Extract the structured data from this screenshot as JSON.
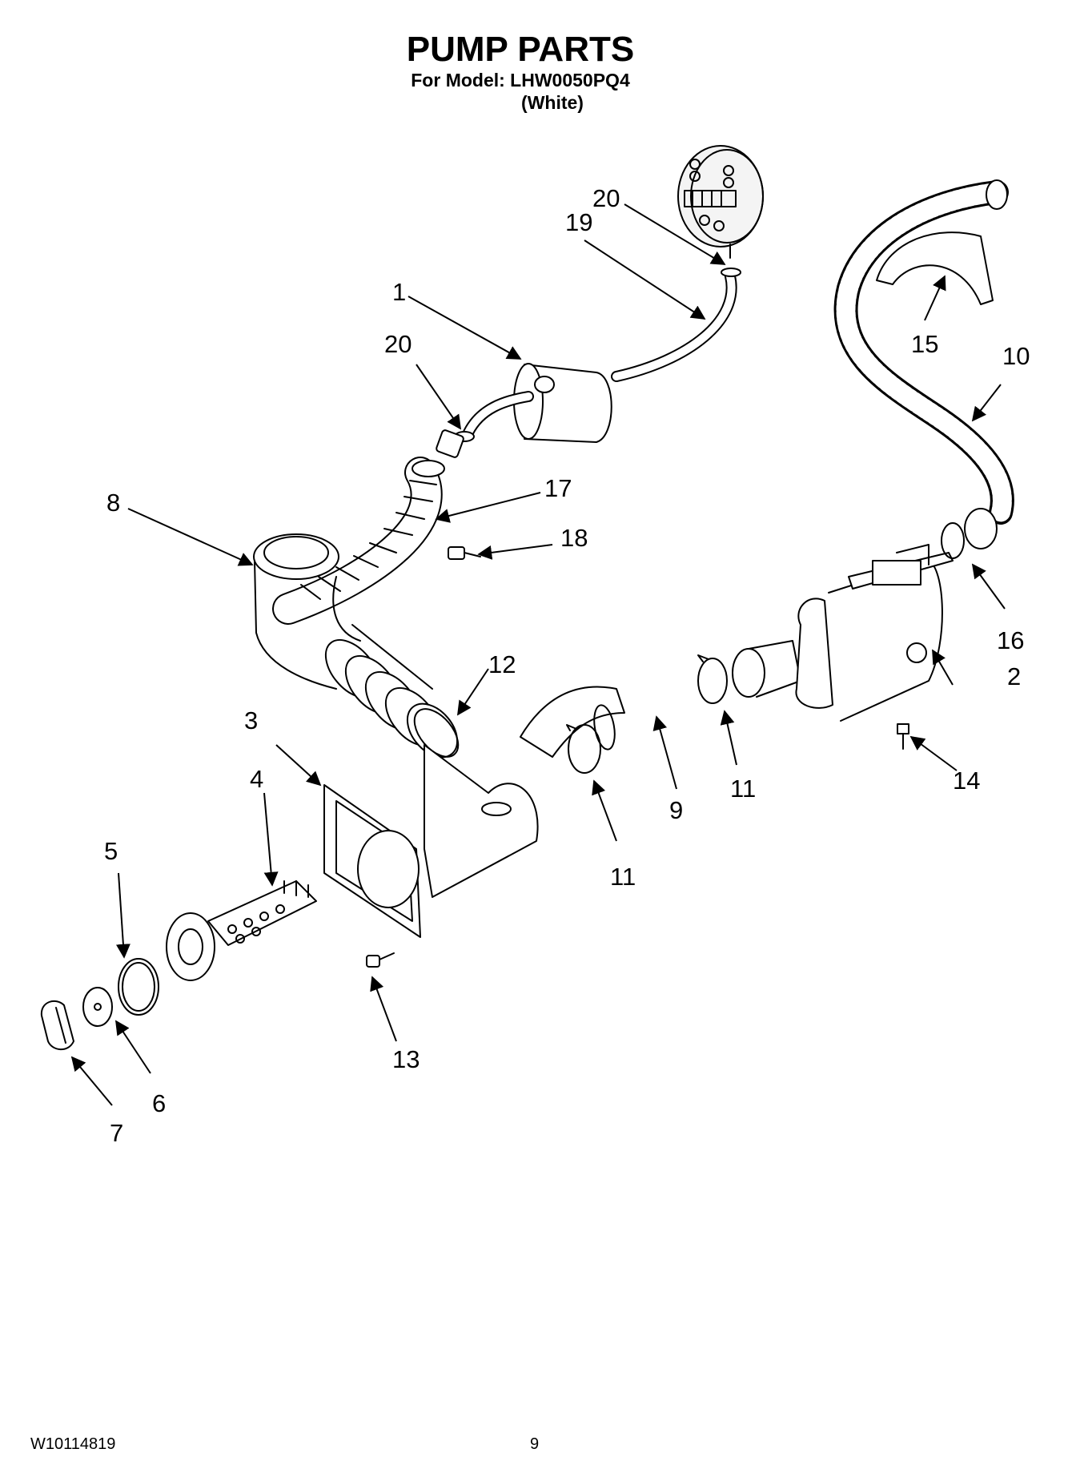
{
  "header": {
    "title": "PUMP PARTS",
    "model_line": "For Model: LHW0050PQ4",
    "variant_line": "(White)"
  },
  "footer": {
    "doc_number": "W10114819",
    "page_number": "9"
  },
  "callouts": [
    "1",
    "2",
    "3",
    "4",
    "5",
    "6",
    "7",
    "8",
    "9",
    "10",
    "11",
    "11",
    "12",
    "13",
    "14",
    "15",
    "16",
    "17",
    "18",
    "19",
    "20",
    "20"
  ]
}
